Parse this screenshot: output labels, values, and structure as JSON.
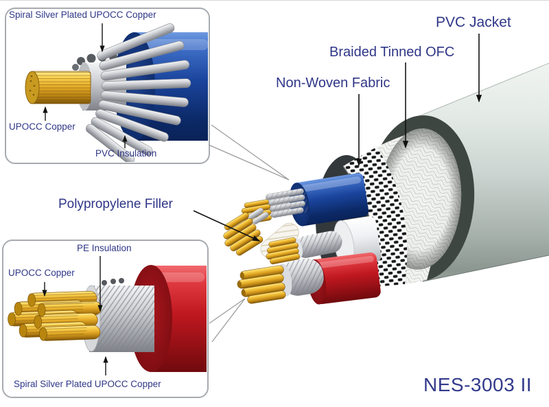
{
  "model": "NES-3003 II",
  "main_labels": {
    "pvc_jacket": "PVC Jacket",
    "braided_tinned_ofc": "Braided Tinned OFC",
    "non_woven_fabric": "Non-Woven Fabric",
    "polypropylene_filler": "Polypropylene Filler"
  },
  "inset_top": {
    "spiral": "Spiral Silver Plated UPOCC Copper",
    "core": "UPOCC Copper",
    "insulation": "PVC Insulation"
  },
  "inset_bottom": {
    "insulation": "PE Insulation",
    "core": "UPOCC Copper",
    "spiral": "Spiral Silver Plated UPOCC Copper"
  },
  "colors": {
    "label_text": "#2f3687",
    "model_text": "#323a8c",
    "blue_insulation": "#14387e",
    "red_insulation": "#c2181f",
    "pvc_jacket_grey": "#c6cfcb",
    "jacket_ring_dark": "#3e4641",
    "copper_gold": "#e9b52b",
    "silver": "#c3c6cb",
    "non_woven_dot": "#16181a"
  }
}
